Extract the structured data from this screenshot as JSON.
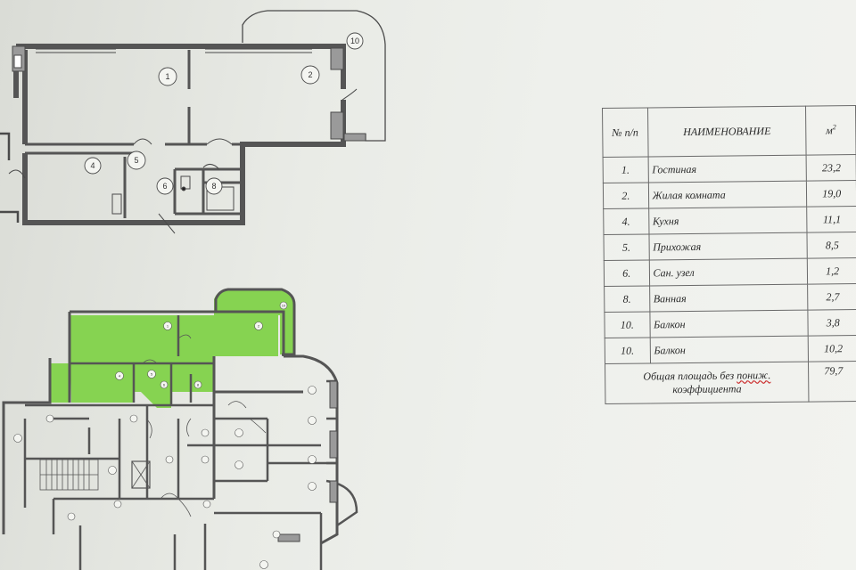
{
  "plan_upper": {
    "room_labels": [
      "1",
      "2",
      "4",
      "5",
      "6",
      "8",
      "10"
    ]
  },
  "plan_lower": {
    "highlight_color": "#86d351",
    "room_labels": [
      "1",
      "2",
      "4",
      "5",
      "6",
      "8",
      "10"
    ]
  },
  "area_table": {
    "headers": {
      "num": "№ п/п",
      "name": "НАИМЕНОВАНИЕ",
      "unit_base": "м",
      "unit_exp": "2"
    },
    "rows": [
      {
        "num": "1.",
        "name": "Гостиная",
        "area": "23,2"
      },
      {
        "num": "2.",
        "name": "Жилая комната",
        "area": "19,0"
      },
      {
        "num": "4.",
        "name": "Кухня",
        "area": "11,1"
      },
      {
        "num": "5.",
        "name": "Прихожая",
        "area": "8,5"
      },
      {
        "num": "6.",
        "name": "Сан. узел",
        "area": "1,2"
      },
      {
        "num": "8.",
        "name": "Ванная",
        "area": "2,7"
      },
      {
        "num": "10.",
        "name": "Балкон",
        "area": "3,8"
      },
      {
        "num": "10.",
        "name": "Балкон",
        "area": "10,2"
      }
    ],
    "total": {
      "label_part1": "Общая площадь без ",
      "label_part2": "пониж.",
      "label_part3": "коэффициента",
      "area": "79,7"
    }
  },
  "colors": {
    "wall": "#4a4a4a",
    "wall_fill": "#9a9a9a",
    "table_border": "#6a6a6a"
  }
}
